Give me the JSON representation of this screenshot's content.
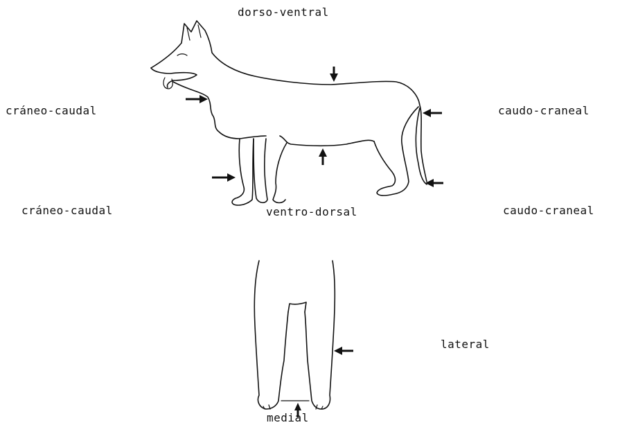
{
  "labels": {
    "dorso_ventral": "dorso-ventral",
    "craneo_caudal_upper": "cráneo-caudal",
    "caudo_craneal_upper": "caudo-craneal",
    "craneo_caudal_lower": "cráneo-caudal",
    "ventro_dorsal": "ventro-dorsal",
    "caudo_craneal_lower": "caudo-craneal",
    "lateral": "lateral",
    "medial": "medial"
  },
  "colors": {
    "ink": "#111111",
    "background": "#ffffff"
  }
}
